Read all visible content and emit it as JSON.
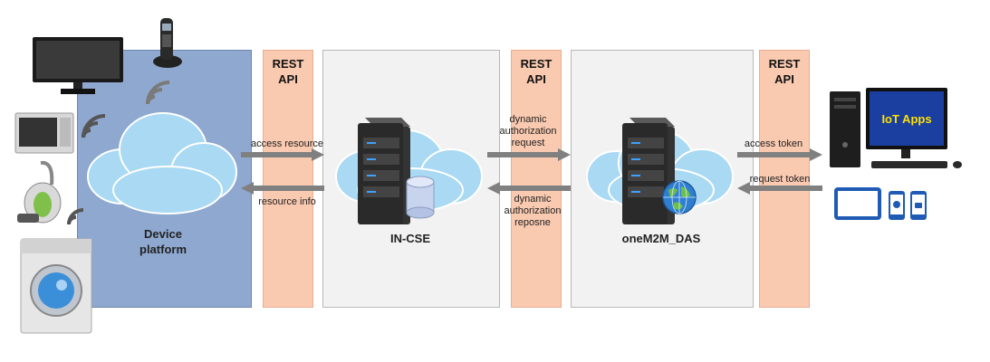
{
  "rest_api": {
    "line1": "REST",
    "line2": "API"
  },
  "device_platform": {
    "line1": "Device",
    "line2": "platform"
  },
  "in_cse": {
    "label": "IN-CSE"
  },
  "das": {
    "label": "oneM2M_DAS"
  },
  "iot_apps": {
    "label": "IoT Apps"
  },
  "arrows": {
    "access_resource": "access resource",
    "resource_info": "resource info",
    "dyn_req": [
      "dynamic",
      "authorization",
      "request"
    ],
    "dyn_resp": [
      "dynamic",
      "authorization",
      "reposne"
    ],
    "access_token": "access token",
    "request_token": "request token"
  },
  "colors": {
    "device_panel": "#8fa8d0",
    "api_panel": "#f9c9b0",
    "server_panel": "#f2f2f2",
    "cloud": "#a9d9f3",
    "arrow": "#808080",
    "iot_screen": "#1a3fa0",
    "iot_text": "#ffe000"
  }
}
